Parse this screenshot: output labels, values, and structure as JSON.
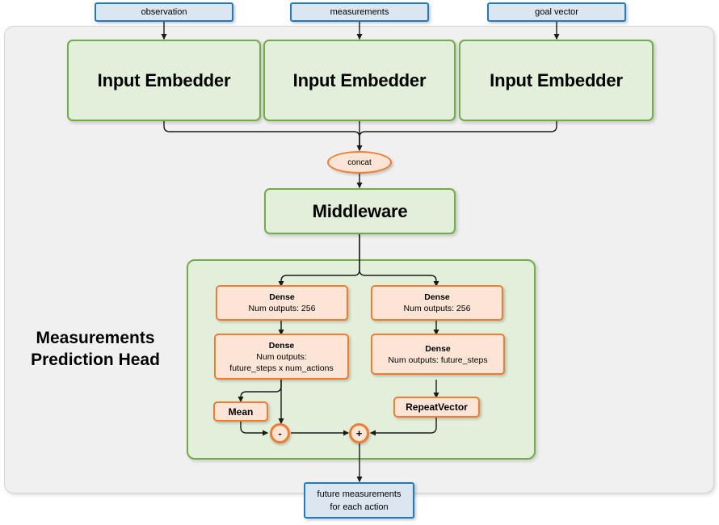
{
  "diagram": {
    "title": "Measurements Prediction Head network architecture",
    "colors": {
      "panel_bg": "#f0f0f0",
      "panel_border": "#d4d4d4",
      "green_fill": "#e2efda",
      "green_border": "#70ad47",
      "orange_fill": "#fce4d6",
      "orange_border": "#ed7d31",
      "blue_fill": "#dce6f1",
      "blue_border": "#1f7ac4",
      "edge": "#1a1a1a"
    }
  },
  "inputs": [
    {
      "label": "observation"
    },
    {
      "label": "measurements"
    },
    {
      "label": "goal vector"
    }
  ],
  "embedders": [
    {
      "label": "Input Embedder"
    },
    {
      "label": "Input Embedder"
    },
    {
      "label": "Input Embedder"
    }
  ],
  "concat": {
    "label": "concat"
  },
  "middleware": {
    "label": "Middleware"
  },
  "head": {
    "label_line1": "Measurements",
    "label_line2": "Prediction Head",
    "left_branch": {
      "dense1": {
        "line1": "Dense",
        "line2": "Num outputs: 256"
      },
      "dense2": {
        "line1": "Dense",
        "line2": "Num outputs:",
        "line3": "future_steps x num_actions"
      },
      "mean": {
        "label": "Mean"
      },
      "op": {
        "label": "-"
      }
    },
    "right_branch": {
      "dense1": {
        "line1": "Dense",
        "line2": "Num outputs: 256"
      },
      "dense2": {
        "line1": "Dense",
        "line2": "Num outputs: future_steps"
      },
      "repeat_vector": {
        "label": "RepeatVector"
      },
      "op": {
        "label": "+"
      }
    }
  },
  "output": {
    "line1": "future measurements",
    "line2": "for each action"
  }
}
